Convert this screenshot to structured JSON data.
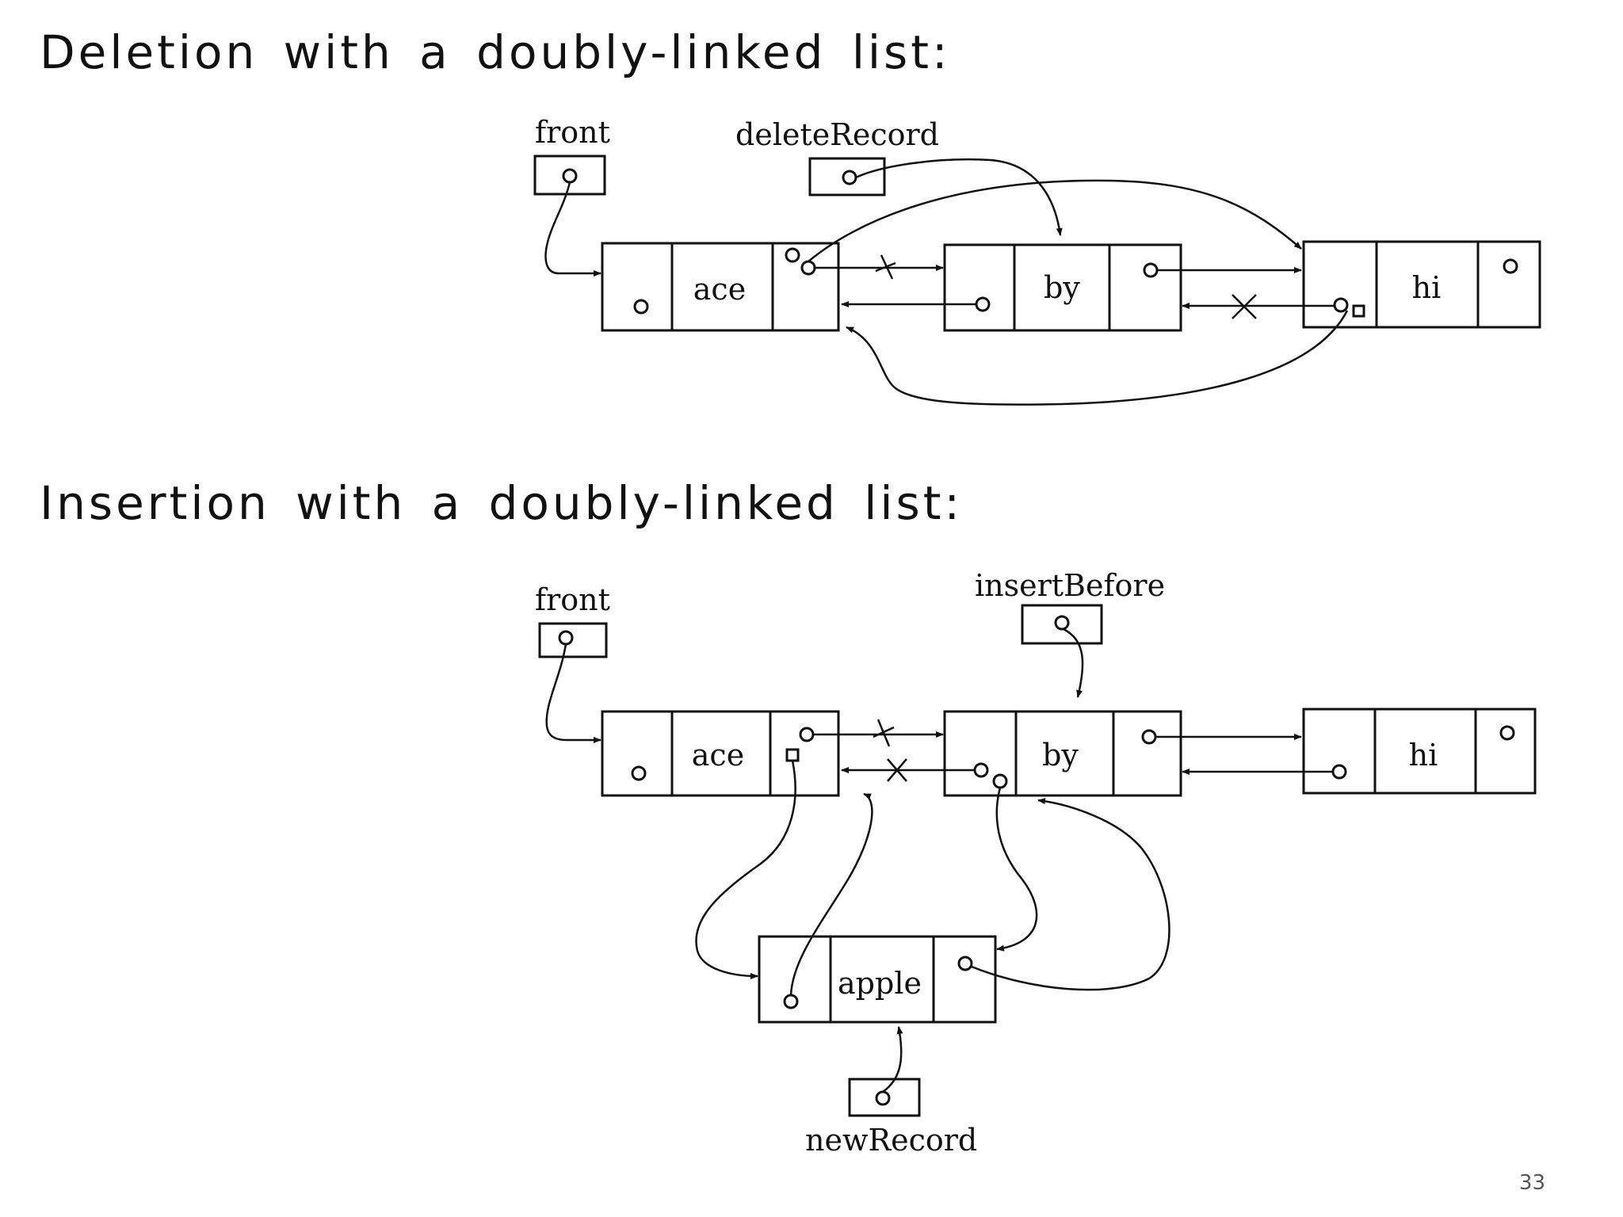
{
  "slide": {
    "deletion_heading": "Deletion with a doubly-linked list:",
    "insertion_heading": "Insertion with a doubly-linked list:",
    "page_number": "33"
  },
  "deletion": {
    "front_label": "front",
    "pointer_label": "deleteRecord",
    "nodes": [
      "ace",
      "by",
      "hi"
    ]
  },
  "insertion": {
    "front_label": "front",
    "pointer_label": "insertBefore",
    "nodes": [
      "ace",
      "by",
      "hi"
    ],
    "new_node": "apple",
    "new_pointer_label": "newRecord"
  }
}
